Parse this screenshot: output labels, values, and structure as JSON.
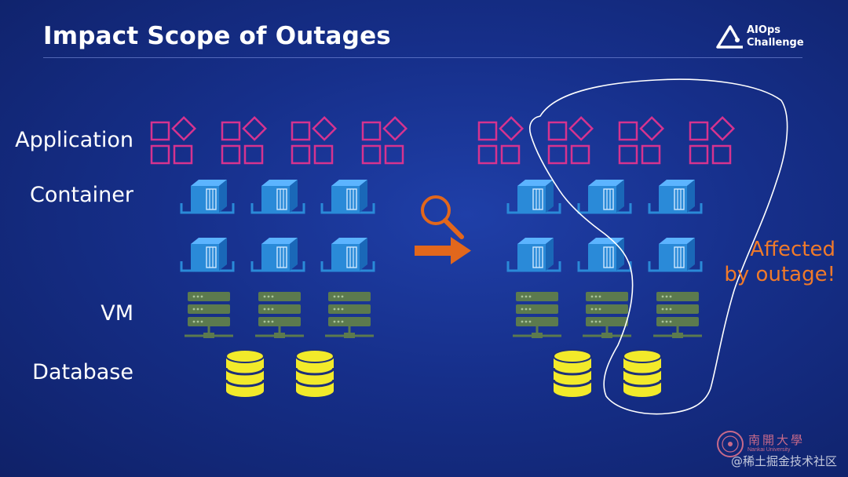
{
  "title": "Impact Scope of Outages",
  "logo": {
    "line1": "AIOps",
    "line2": "Challenge"
  },
  "rows": {
    "application": "Application",
    "container": "Container",
    "vm": "VM",
    "database": "Database"
  },
  "callout": {
    "line1": "Affected",
    "line2": "by outage!"
  },
  "colors": {
    "application": "#d6338f",
    "container": "#2a8ad8",
    "vm": "#5c7a4e",
    "database": "#f2ea2a",
    "arrow": "#e2671c",
    "callout": "#f07a2a"
  },
  "icons": [
    "application-icon",
    "container-icon",
    "vm-server-icon",
    "database-icon",
    "magnifier-icon",
    "arrow-right-icon"
  ],
  "university": {
    "name_cn": "南開大學",
    "name_en": "Nankai University"
  },
  "watermark": "@稀土掘金技术社区"
}
